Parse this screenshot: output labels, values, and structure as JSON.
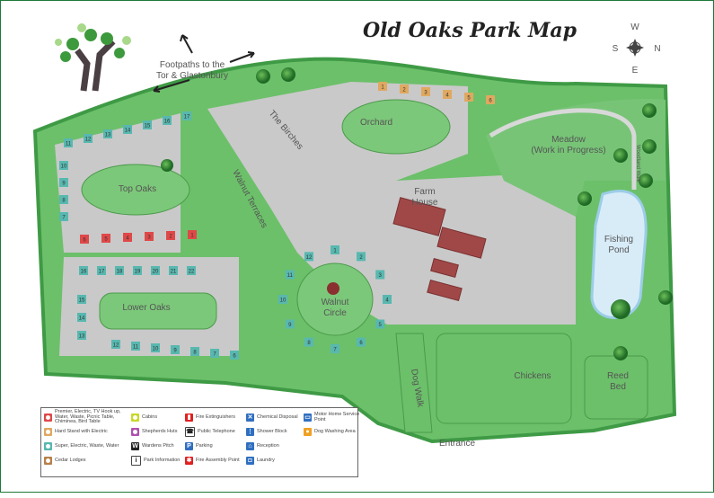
{
  "title": "Old Oaks Park Map",
  "compass": {
    "n": "N",
    "s": "S",
    "e": "E",
    "w": "W"
  },
  "footpaths_label": [
    "Footpaths to the",
    "Tor & Glastonbury"
  ],
  "areas": {
    "top_oaks": "Top Oaks",
    "lower_oaks": "Lower Oaks",
    "walnut_circle": [
      "Walnut",
      "Circle"
    ],
    "walnut_terraces": "Walnut Terraces",
    "the_birches": "The Birches",
    "orchard": "Orchard",
    "farm_house": [
      "Farm",
      "House"
    ],
    "meadow": [
      "Meadow",
      "(Work in Progress)"
    ],
    "woodland_walk": "Woodland Walk",
    "fishing_pond": [
      "Fishing",
      "Pond"
    ],
    "chickens": "Chickens",
    "reed_bed": [
      "Reed",
      "Bed"
    ],
    "dog_walk": "Dog Walk",
    "entrance": "Entrance"
  },
  "pitches": {
    "top_row": [
      "11",
      "12",
      "13",
      "14",
      "15",
      "16",
      "17"
    ],
    "top_oaks_left": [
      "10",
      "9",
      "8",
      "7"
    ],
    "top_oaks_bottom": [
      "6",
      "5",
      "4",
      "3",
      "2",
      "1"
    ],
    "mid_row": [
      "16",
      "17",
      "18",
      "19",
      "20",
      "21",
      "22"
    ],
    "lower_oaks_left": [
      "15",
      "14",
      "13"
    ],
    "bottom_row": [
      "12",
      "11",
      "10",
      "9",
      "8",
      "7",
      "6"
    ],
    "walnut_circle": [
      "1",
      "2",
      "3",
      "4",
      "5",
      "6",
      "7",
      "8",
      "9",
      "10",
      "11",
      "12"
    ],
    "orchard_top": [
      "1",
      "2",
      "3",
      "4",
      "5",
      "6"
    ]
  },
  "legend": [
    {
      "label": "Premier, Electric, TV Hook up, Water, Waste, Picnic Table, Chiminea, Bird Table",
      "color": "#e04848",
      "icon": "pitch-ring"
    },
    {
      "label": "Hard Stand with Electric",
      "color": "#e0a860",
      "icon": "pitch-ring"
    },
    {
      "label": "Super, Electric, Waste, Water",
      "color": "#58b8b0",
      "icon": "pitch-ring"
    },
    {
      "label": "Cedar Lodges",
      "color": "#b8804a",
      "icon": "pitch-ring"
    },
    {
      "label": "Cabins",
      "color": "#c8d828",
      "icon": "pitch-ring"
    },
    {
      "label": "Shepherds Huts",
      "color": "#b050b0",
      "icon": "pitch-ring"
    },
    {
      "label": "Wardens Pitch",
      "color": "#222222",
      "icon": "W"
    },
    {
      "label": "Park Information",
      "color": "#ffffff",
      "icon": "i"
    },
    {
      "label": "Fire Extinguishers",
      "color": "#e02020",
      "icon": "extinguisher"
    },
    {
      "label": "Public Telephone",
      "color": "#ffffff",
      "icon": "phone"
    },
    {
      "label": "Parking",
      "color": "#2f6fc0",
      "icon": "P"
    },
    {
      "label": "Fire Assembly Point",
      "color": "#e02020",
      "icon": "assembly"
    },
    {
      "label": "Chemical Disposal",
      "color": "#2f6fc0",
      "icon": "chemical"
    },
    {
      "label": "Shower Block",
      "color": "#2f6fc0",
      "icon": "shower"
    },
    {
      "label": "Reception",
      "color": "#2f6fc0",
      "icon": "house"
    },
    {
      "label": "Laundry",
      "color": "#2f6fc0",
      "icon": "laundry"
    },
    {
      "label": "Motor Home Service Point",
      "color": "#2f6fc0",
      "icon": "motorhome"
    },
    {
      "label": "Dog Washing Area",
      "color": "#f0a020",
      "icon": "dog"
    }
  ],
  "colors": {
    "grass": "#5cb85c",
    "road": "#c8c8c8",
    "hedge": "#2e7d32",
    "building": "#a04848",
    "water": "#d8ecf8"
  }
}
